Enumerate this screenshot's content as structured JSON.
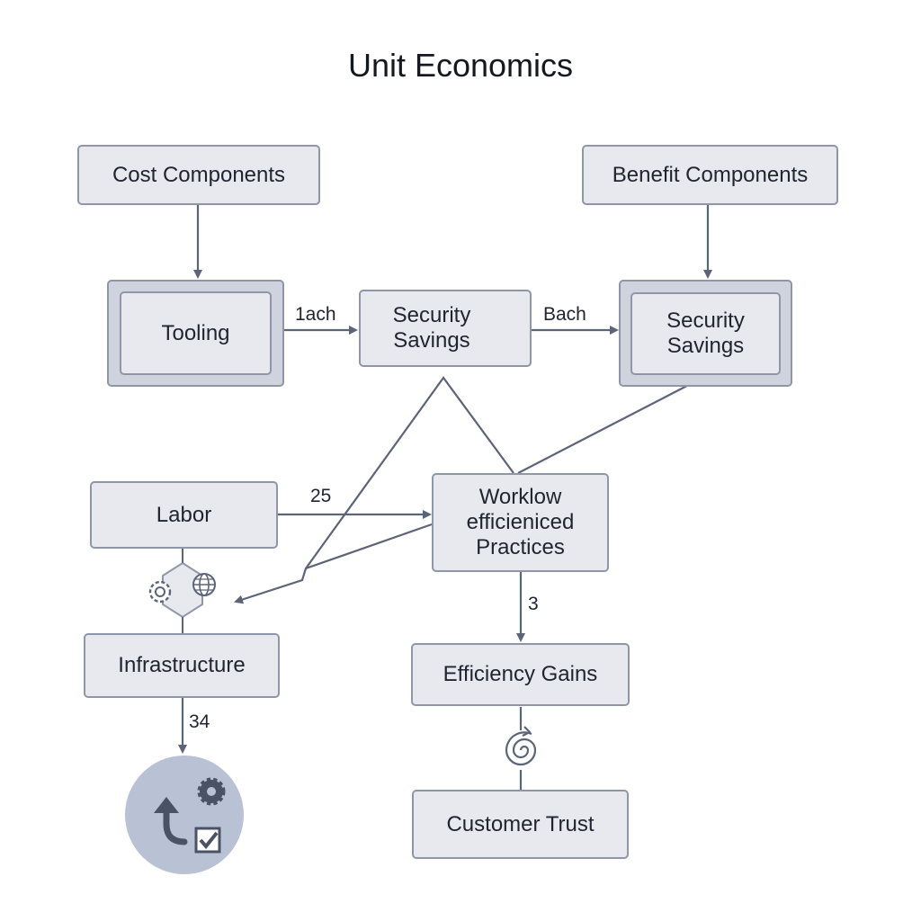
{
  "title": "Unit Economics",
  "nodes": {
    "cost_components": "Cost Components",
    "benefit_components": "Benefit Components",
    "tooling": "Tooling",
    "security_savings_mid": "Security\nSavings",
    "security_savings_right": "Security\nSavings",
    "labor": "Labor",
    "workflow": "Worklow\nefficieniced\nPractices",
    "infrastructure": "Infrastructure",
    "efficiency_gains": "Efficiency Gains",
    "customer_trust": "Customer Trust"
  },
  "edge_labels": {
    "tooling_to_security": "1ach",
    "security_to_security": "Bach",
    "labor_to_workflow": "25",
    "workflow_to_efficiency": "3",
    "infrastructure_down": "34"
  },
  "icons": [
    "hexagon-connector-icon",
    "gear-icon",
    "globe-icon",
    "spiral-icon",
    "cycle-arrow-icon",
    "checkbox-icon",
    "badge-icon"
  ],
  "colors": {
    "box_fill": "#e7e9ee",
    "box_border": "#8e96a8",
    "outer_fill": "#cfd3dd",
    "line": "#5c6478",
    "circle_fill": "#b9c1d4",
    "icon_dark": "#4a5266"
  }
}
